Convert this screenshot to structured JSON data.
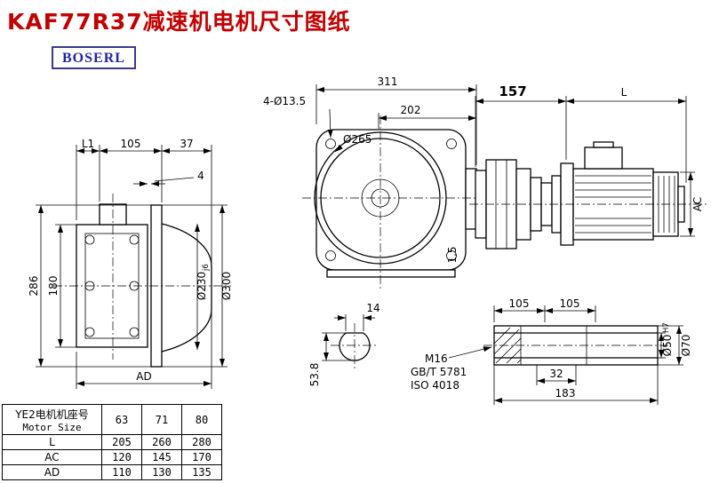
{
  "page": {
    "title": "KAF77R37减速机电机尺寸图纸",
    "logo": "BOSERL"
  },
  "left_view": {
    "dim_l1": "L1",
    "dim_105": "105",
    "dim_37": "37",
    "dim_4": "4",
    "dim_286": "286",
    "dim_180": "180",
    "dim_ad": "AD",
    "dim_230": "Ø230",
    "dim_230_fit": "j6",
    "dim_300": "Ø300"
  },
  "front_view": {
    "dim_311": "311",
    "dim_202": "202",
    "dim_holes": "4-Ø13.5",
    "dim_265": "Ø265",
    "dim_wall": "1.5"
  },
  "side_view": {
    "dim_157": "157",
    "dim_l": "L",
    "dim_ac": "AC"
  },
  "shaft_section": {
    "dim_14": "14",
    "dim_53_8": "53.8"
  },
  "shaft_detail": {
    "dim_105a": "105",
    "dim_105b": "105",
    "dim_32": "32",
    "dim_183": "183",
    "dim_50": "Ø50",
    "dim_50_fit": "H7",
    "dim_70": "Ø70",
    "thread_label": "M16",
    "standard_1": "GB/T 5781",
    "standard_2": "ISO 4018"
  },
  "table": {
    "size_label_cn": "YE2电机机座号",
    "size_label_en": "Motor Size",
    "sizes": [
      "63",
      "71",
      "80"
    ],
    "rows": [
      {
        "label": "L",
        "values": [
          "205",
          "260",
          "280"
        ]
      },
      {
        "label": "AC",
        "values": [
          "120",
          "145",
          "170"
        ]
      },
      {
        "label": "AD",
        "values": [
          "110",
          "130",
          "135"
        ]
      }
    ]
  }
}
